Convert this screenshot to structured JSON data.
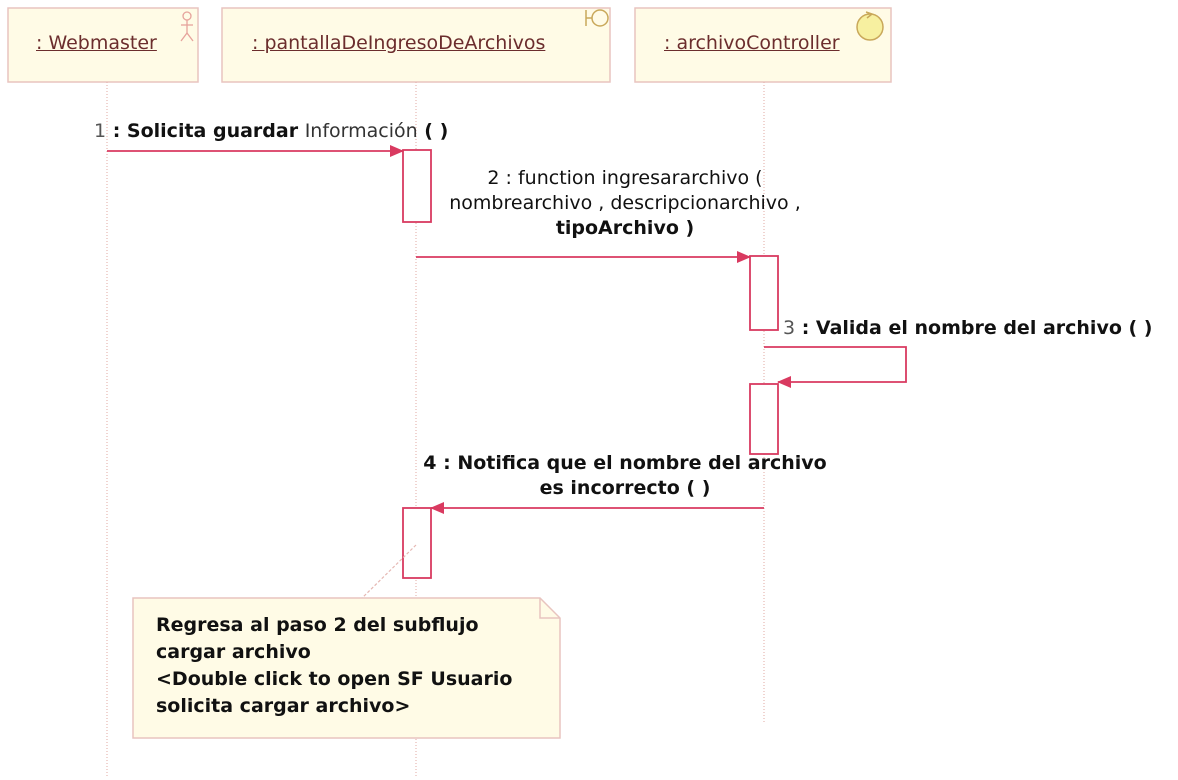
{
  "lifelines": {
    "webmaster": {
      "label": ": Webmaster",
      "icon": "actor-icon"
    },
    "pantalla": {
      "label": ": pantallaDeIngresoDeArchivos",
      "icon": "boundary-icon"
    },
    "controller": {
      "label": ": archivoController",
      "icon": "control-icon"
    }
  },
  "messages": {
    "m1": {
      "number": "1",
      "text_a": " : Solicita guardar ",
      "text_b": "Información",
      "text_c": " (  )"
    },
    "m2": {
      "line1": "2 : function ingresararchivo (",
      "line2": "nombrearchivo , descripcionarchivo ,",
      "line3": "tipoArchivo )"
    },
    "m3": {
      "number": "3",
      "text": " : Valida el nombre del archivo (  )"
    },
    "m4": {
      "line1": "4 : Notifica que el nombre del archivo",
      "line2": "es incorrecto (  )"
    }
  },
  "note": {
    "lines": [
      "Regresa al paso 2 del subflujo",
      "cargar archivo",
      "<Double click to open SF Usuario",
      "solicita cargar archivo>"
    ]
  },
  "colors": {
    "header_fill": "#fffbe6",
    "header_border": "#e8c4bf",
    "lifeline": "#e5b7b2",
    "message": "#d93a60",
    "activation_border": "#d93a60",
    "note_fill": "#fffbe6",
    "note_border": "#e8c4bf",
    "control_fill": "#f7f0a0"
  }
}
